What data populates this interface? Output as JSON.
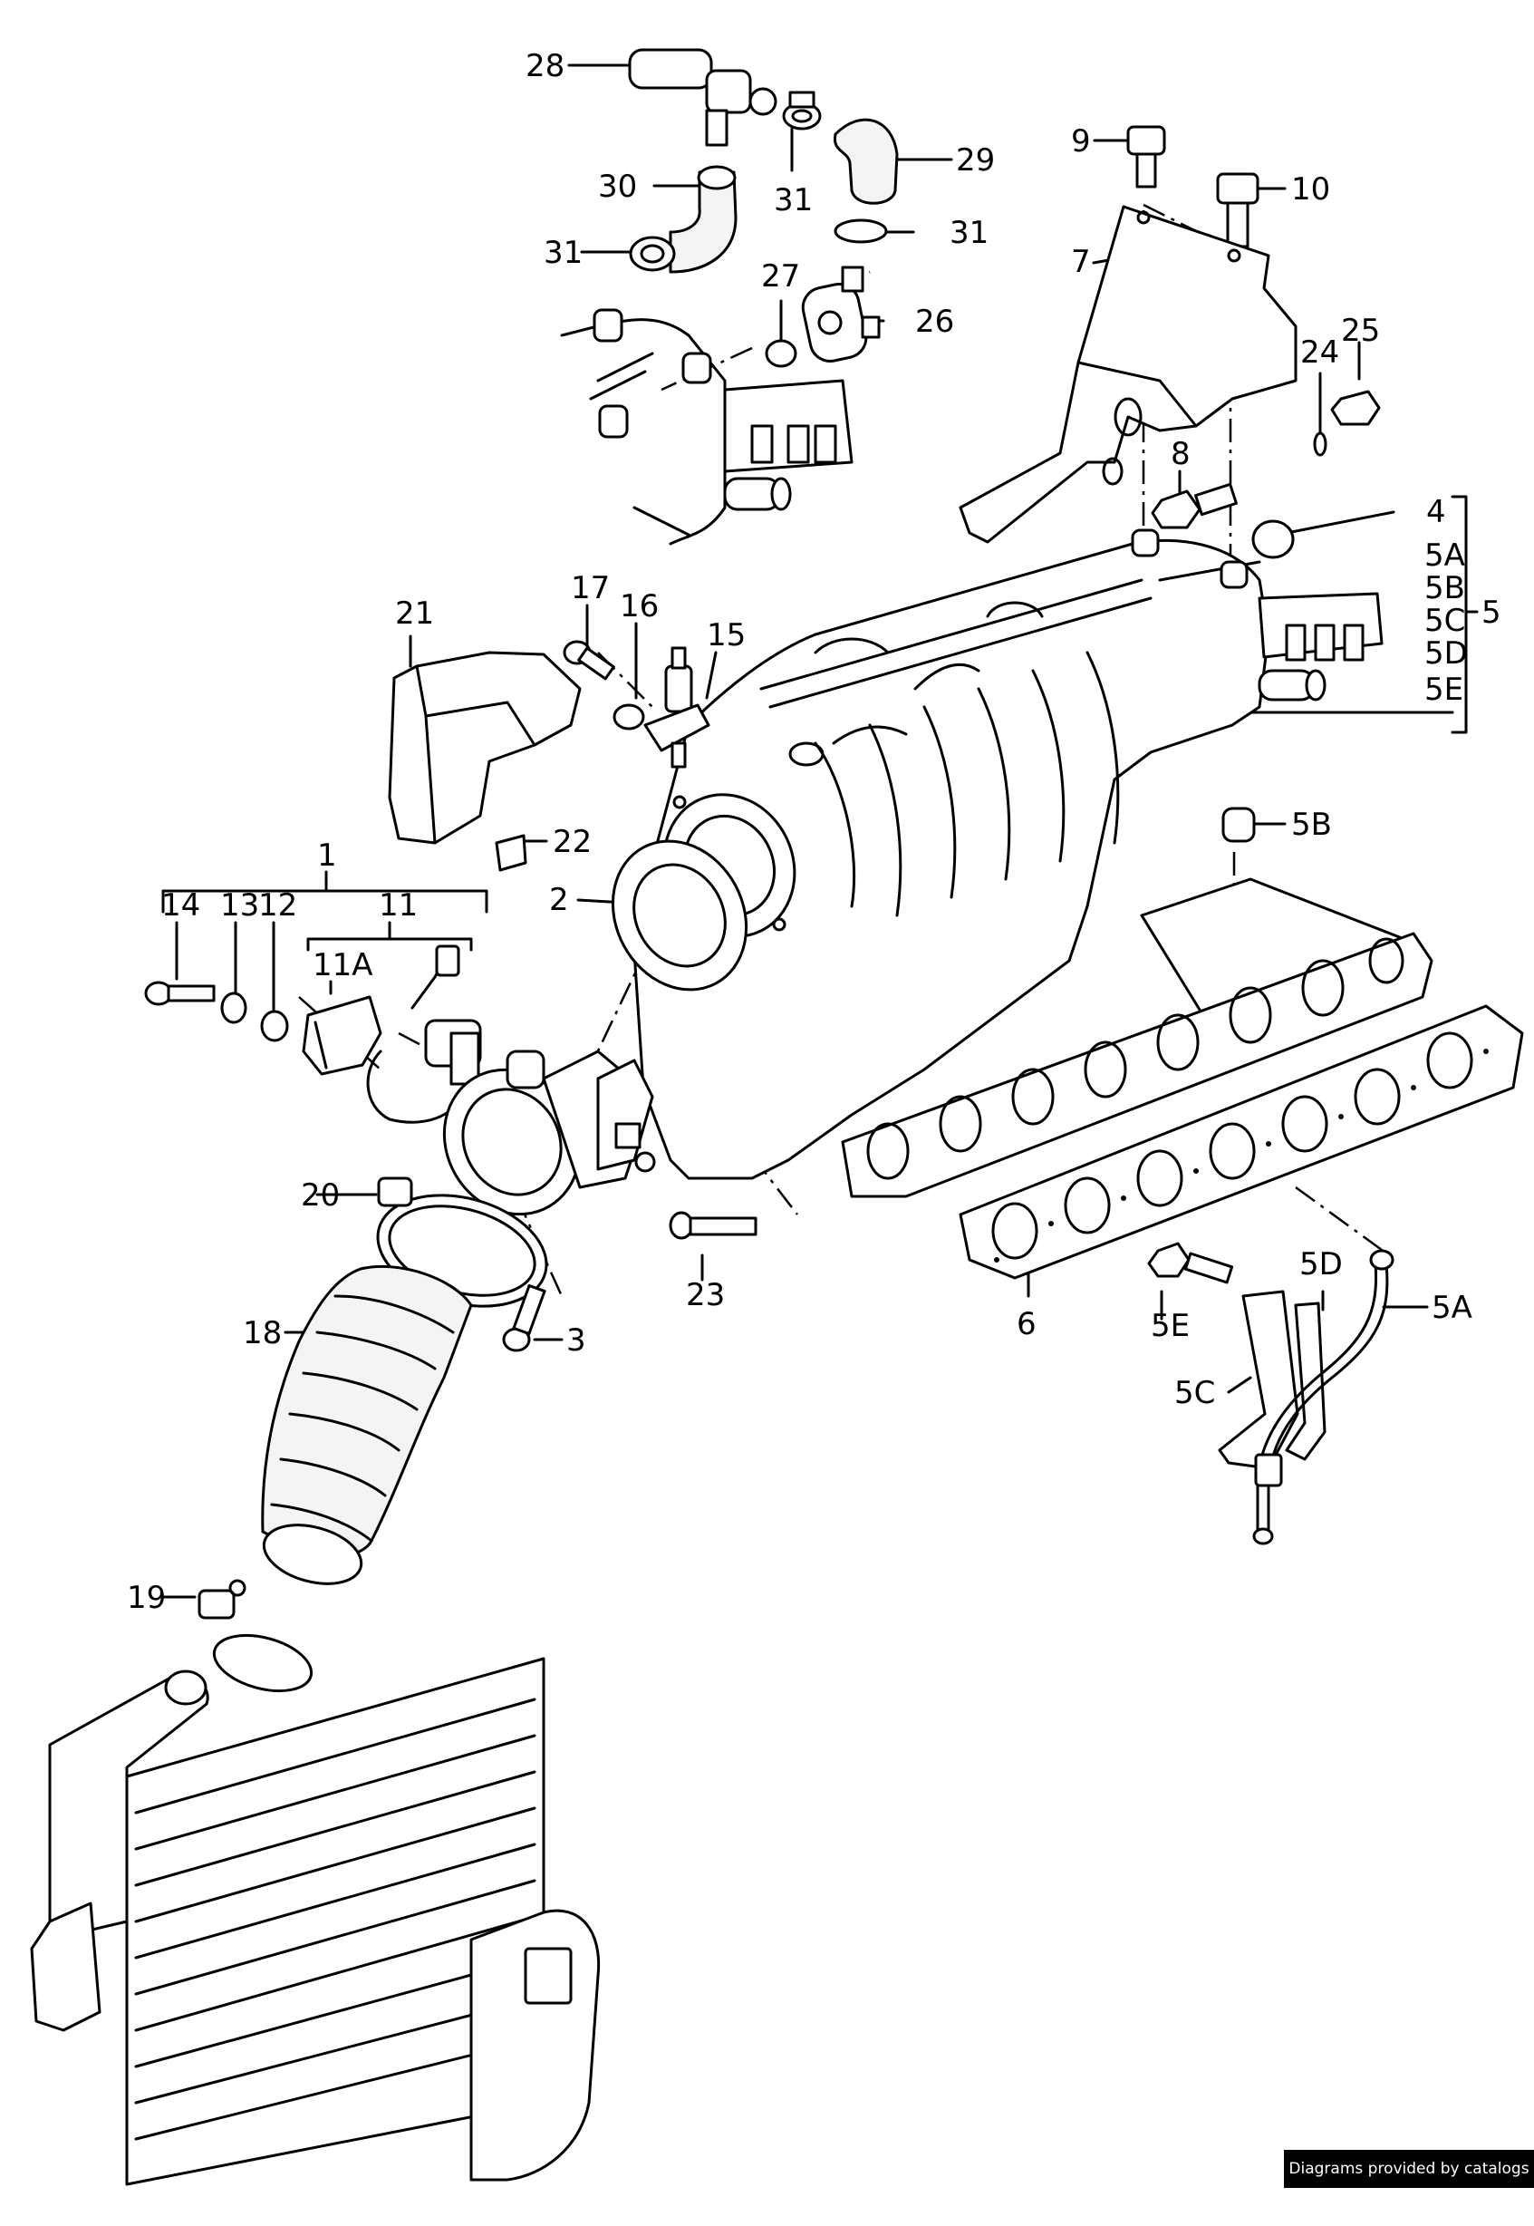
{
  "callouts": [
    {
      "id": "28",
      "label": "28"
    },
    {
      "id": "29",
      "label": "29"
    },
    {
      "id": "30",
      "label": "30"
    },
    {
      "id": "31a",
      "label": "31"
    },
    {
      "id": "31b",
      "label": "31"
    },
    {
      "id": "31c",
      "label": "31"
    },
    {
      "id": "27",
      "label": "27"
    },
    {
      "id": "26",
      "label": "26"
    },
    {
      "id": "9",
      "label": "9"
    },
    {
      "id": "10",
      "label": "10"
    },
    {
      "id": "7",
      "label": "7"
    },
    {
      "id": "24",
      "label": "24"
    },
    {
      "id": "25",
      "label": "25"
    },
    {
      "id": "8",
      "label": "8"
    },
    {
      "id": "4",
      "label": "4"
    },
    {
      "id": "5A",
      "label": "5A"
    },
    {
      "id": "5B",
      "label": "5B"
    },
    {
      "id": "5C",
      "label": "5C"
    },
    {
      "id": "5D",
      "label": "5D"
    },
    {
      "id": "5E",
      "label": "5E"
    },
    {
      "id": "5",
      "label": "5"
    },
    {
      "id": "21",
      "label": "21"
    },
    {
      "id": "17",
      "label": "17"
    },
    {
      "id": "16",
      "label": "16"
    },
    {
      "id": "15",
      "label": "15"
    },
    {
      "id": "22",
      "label": "22"
    },
    {
      "id": "5B-b",
      "label": "5B"
    },
    {
      "id": "1",
      "label": "1"
    },
    {
      "id": "2",
      "label": "2"
    },
    {
      "id": "14",
      "label": "14"
    },
    {
      "id": "13",
      "label": "13"
    },
    {
      "id": "12",
      "label": "12"
    },
    {
      "id": "11",
      "label": "11"
    },
    {
      "id": "11A",
      "label": "11A"
    },
    {
      "id": "20",
      "label": "20"
    },
    {
      "id": "18",
      "label": "18"
    },
    {
      "id": "3",
      "label": "3"
    },
    {
      "id": "23",
      "label": "23"
    },
    {
      "id": "6",
      "label": "6"
    },
    {
      "id": "5E-b",
      "label": "5E"
    },
    {
      "id": "5D-b",
      "label": "5D"
    },
    {
      "id": "5A-b",
      "label": "5A"
    },
    {
      "id": "5C-b",
      "label": "5C"
    },
    {
      "id": "19",
      "label": "19"
    }
  ],
  "credit": "Diagrams provided by catalogs parts"
}
